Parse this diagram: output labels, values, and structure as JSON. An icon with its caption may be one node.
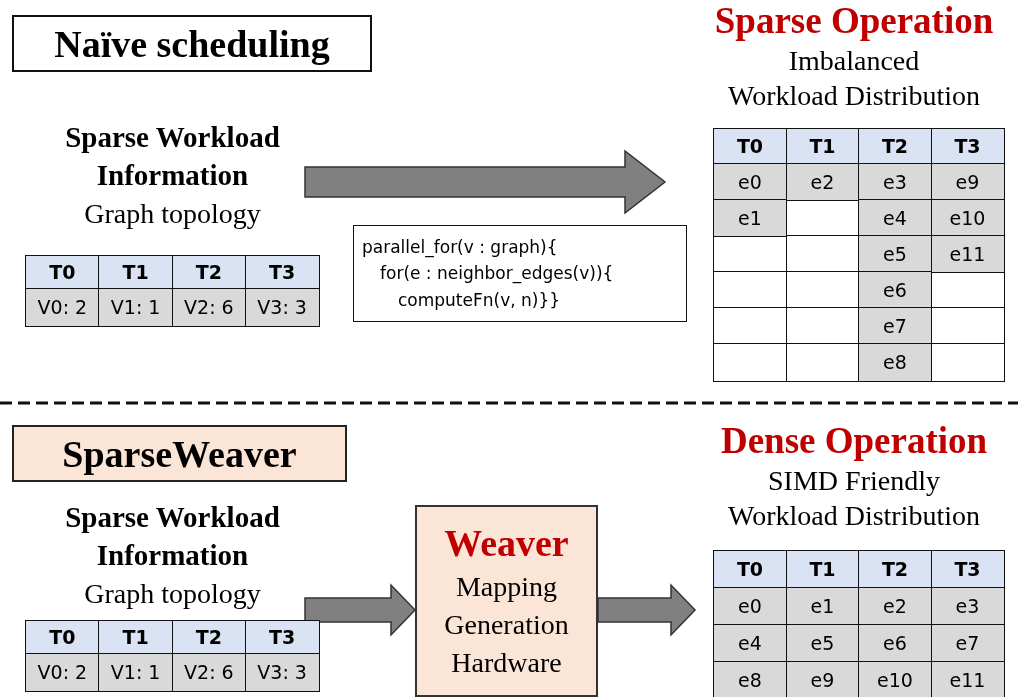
{
  "diagram": {
    "nodes": [
      {
        "text": [
          "Naïve scheduling"
        ]
      },
      {
        "text": [
          "Sparse Workload Information",
          "Graph topology"
        ]
      },
      {
        "text": [
          "parallel_for(v : graph){",
          "for(e : neighbor_edges(v)){",
          "computeFn(v, n)}}"
        ]
      },
      {
        "text": [
          "Sparse Operation",
          "Imbalanced Workload Distribution"
        ]
      },
      {
        "text": [
          "SparseWeaver"
        ]
      },
      {
        "text": [
          "Sparse Workload Information",
          "Graph topology"
        ]
      },
      {
        "text": [
          "Weaver",
          "Mapping Generation Hardware"
        ]
      },
      {
        "text": [
          "Dense Operation",
          "SIMD Friendly Workload Distribution"
        ]
      }
    ],
    "edges": [
      {
        "from": 1,
        "to": null,
        "arrow": "to",
        "style": "thick"
      },
      {
        "from": 5,
        "to": 6,
        "arrow": "to",
        "style": "thick"
      },
      {
        "from": 6,
        "to": null,
        "arrow": "to",
        "style": "thick"
      }
    ],
    "labels": [
      "T0",
      "T1",
      "T2",
      "T3",
      "V0: 2",
      "V1: 1",
      "V2: 6",
      "V3: 3",
      "T0",
      "T1",
      "T2",
      "T3",
      "e0",
      "e2",
      "e3",
      "e9",
      "e1",
      "e4",
      "e10",
      "e5",
      "e11",
      "e6",
      "e7",
      "e8",
      "T0",
      "T1",
      "T2",
      "T3",
      "V0: 2",
      "V1: 1",
      "V2: 6",
      "V3: 3",
      "T0",
      "T1",
      "T2",
      "T3",
      "e0",
      "e1",
      "e2",
      "e3",
      "e4",
      "e5",
      "e6",
      "e7",
      "e8",
      "e9",
      "e10",
      "e11"
    ]
  }
}
